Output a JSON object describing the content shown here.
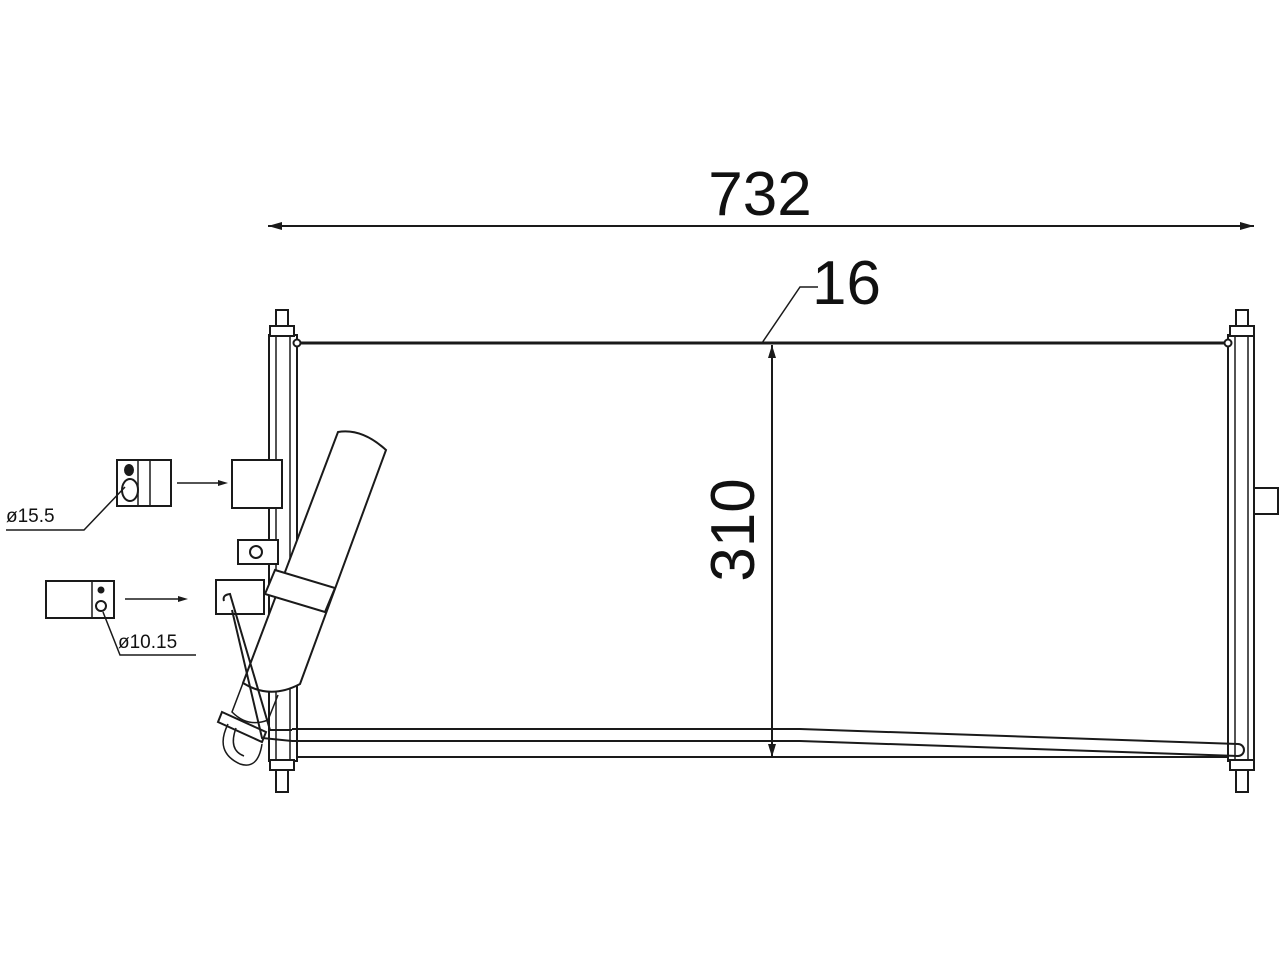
{
  "dimensions": {
    "width_label": "732",
    "height_label": "310",
    "depth_label": "16"
  },
  "fittings": {
    "upper_label": "ø15.5",
    "lower_label": "ø10.15"
  }
}
